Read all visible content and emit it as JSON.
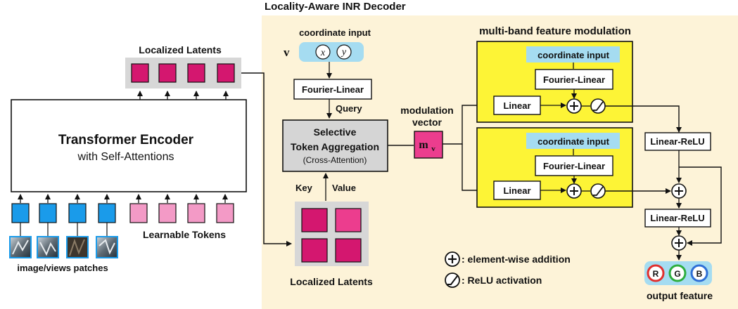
{
  "title": "Locality-Aware INR Decoder",
  "encoder": {
    "localized_latents_label": "Localized Latents",
    "transformer_title": "Transformer Encoder",
    "transformer_subtitle": "with Self-Attentions",
    "learnable_tokens_label": "Learnable Tokens",
    "patches_label": "image/views patches"
  },
  "decoder": {
    "coordinate_input_label": "coordinate input",
    "v_symbol": "v",
    "x_symbol": "x",
    "y_symbol": "y",
    "fourier_linear": "Fourier-Linear",
    "query_label": "Query",
    "key_label": "Key",
    "value_label": "Value",
    "aggregation_line1": "Selective",
    "aggregation_line2": "Token Aggregation",
    "aggregation_line3": "(Cross-Attention)",
    "localized_latents_label": "Localized Latents",
    "modulation_line1": "modulation",
    "modulation_line2": "vector",
    "m_symbol": "m",
    "m_subscript": "v"
  },
  "modulation": {
    "title": "multi-band feature modulation",
    "bands": [
      {
        "coordinate_input": "coordinate input",
        "fourier_linear": "Fourier-Linear",
        "linear": "Linear"
      },
      {
        "coordinate_input": "coordinate input",
        "fourier_linear": "Fourier-Linear",
        "linear": "Linear"
      }
    ],
    "linear_relu_1": "Linear-ReLU",
    "linear_relu_2": "Linear-ReLU"
  },
  "legend": {
    "addition": ": element-wise addition",
    "relu": ": ReLU activation"
  },
  "output": {
    "label": "output feature",
    "channels": [
      "R",
      "G",
      "B"
    ],
    "channel_colors": [
      "#e0302f",
      "#2eae3e",
      "#2f6fd6"
    ]
  },
  "colors": {
    "latent": "#d4176f",
    "latent_bright": "#ec3d8e",
    "learnable": "#f39ac6",
    "patch_token": "#1a9bea",
    "decoder_bg": "#fdf3d8",
    "modulation_bg": "#fdf436",
    "coord_bg": "#a5dcf1",
    "aggregation_bg": "#d5d5d5",
    "latents_bg": "#d7d7d7"
  }
}
